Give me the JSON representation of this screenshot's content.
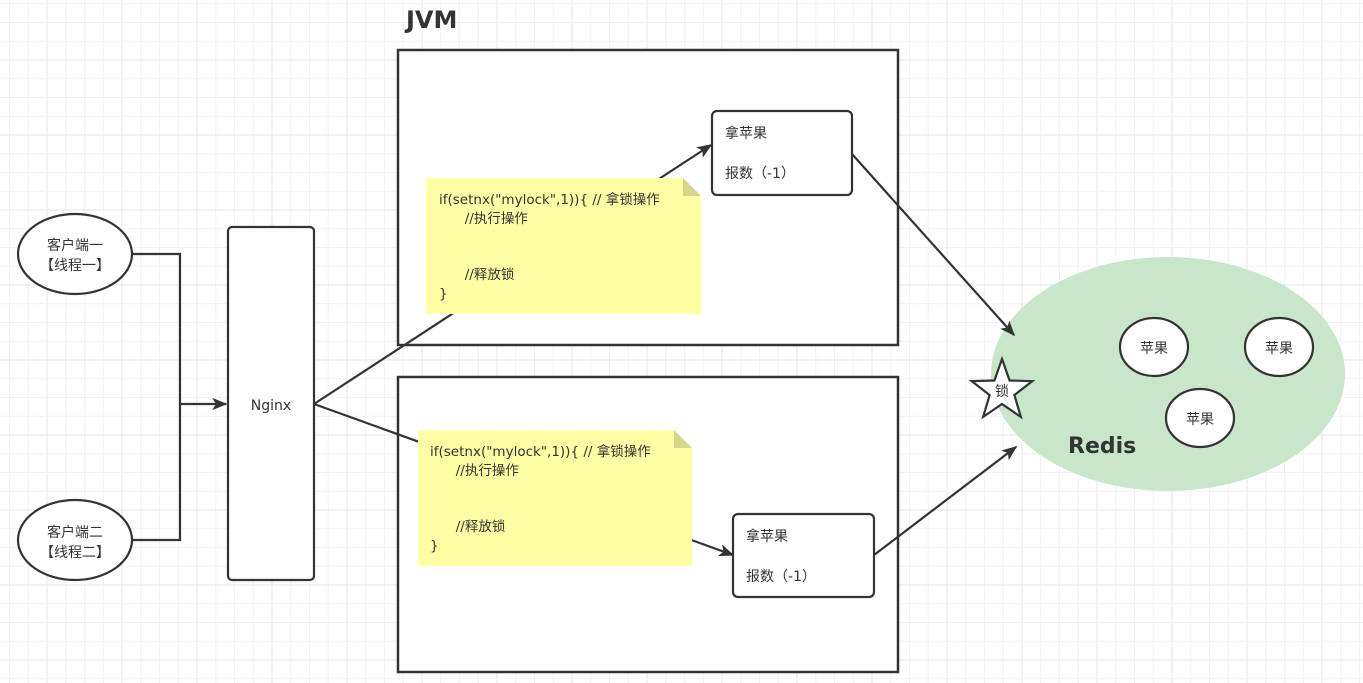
{
  "colors": {
    "stroke": "#333333",
    "note_fill": "#ffffa6",
    "note_fold": "#d6d68a",
    "redis_fill": "#c8e6c9",
    "grid_minor": "#f2f2f2",
    "grid_major": "#e6e6e6"
  },
  "jvm_title": "JVM",
  "clients": [
    {
      "line1": "客户端一",
      "line2": "【线程一】"
    },
    {
      "line1": "客户端二",
      "line2": "【线程二】"
    }
  ],
  "nginx": {
    "label": "Nginx"
  },
  "notes": [
    {
      "lines": [
        "if(setnx(\"mylock\",1)){ // 拿锁操作",
        "      //执行操作",
        "",
        "",
        "      //释放锁",
        "}"
      ]
    },
    {
      "lines": [
        "if(setnx(\"mylock\",1)){ // 拿锁操作",
        "      //执行操作",
        "",
        "",
        "      //释放锁",
        "}"
      ]
    }
  ],
  "tasks": [
    {
      "line1": "拿苹果",
      "line2": "报数（-1）"
    },
    {
      "line1": "拿苹果",
      "line2": "报数（-1）"
    }
  ],
  "redis": {
    "label": "Redis",
    "lock_label": "锁",
    "apples": [
      "苹果",
      "苹果",
      "苹果"
    ]
  }
}
